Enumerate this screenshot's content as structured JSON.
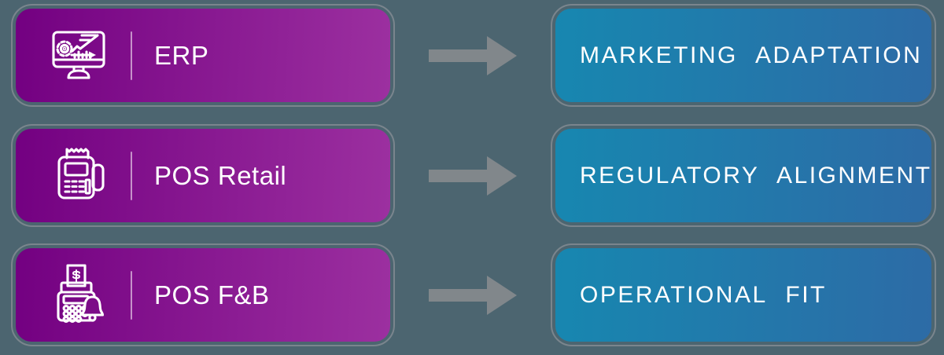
{
  "page": {
    "background": "#4C6570",
    "type": "system-to-outcome mapping diagram"
  },
  "colors": {
    "source_gradient_start": "#730081",
    "source_gradient_end": "#9C30A0",
    "target_gradient_start": "#1787B0",
    "target_gradient_end": "#2D6BA6",
    "box_border": "#7A858D",
    "arrow": "#81878B",
    "divider": "rgba(255,255,255,0.55)",
    "label_text": "#FFFFFF"
  },
  "rows": [
    {
      "source": {
        "label": "ERP",
        "icon": "erp-analytics-monitor-icon"
      },
      "connector": {
        "icon": "right-arrow-icon"
      },
      "target": {
        "label": "MARKETING ADAPTATION"
      }
    },
    {
      "source": {
        "label": "POS Retail",
        "icon": "pos-card-terminal-icon"
      },
      "connector": {
        "icon": "right-arrow-icon"
      },
      "target": {
        "label": "REGULATORY ALIGNMENT"
      }
    },
    {
      "source": {
        "label": "POS F&B",
        "icon": "pos-register-bell-icon"
      },
      "connector": {
        "icon": "right-arrow-icon"
      },
      "target": {
        "label": "OPERATIONAL FIT"
      }
    }
  ]
}
